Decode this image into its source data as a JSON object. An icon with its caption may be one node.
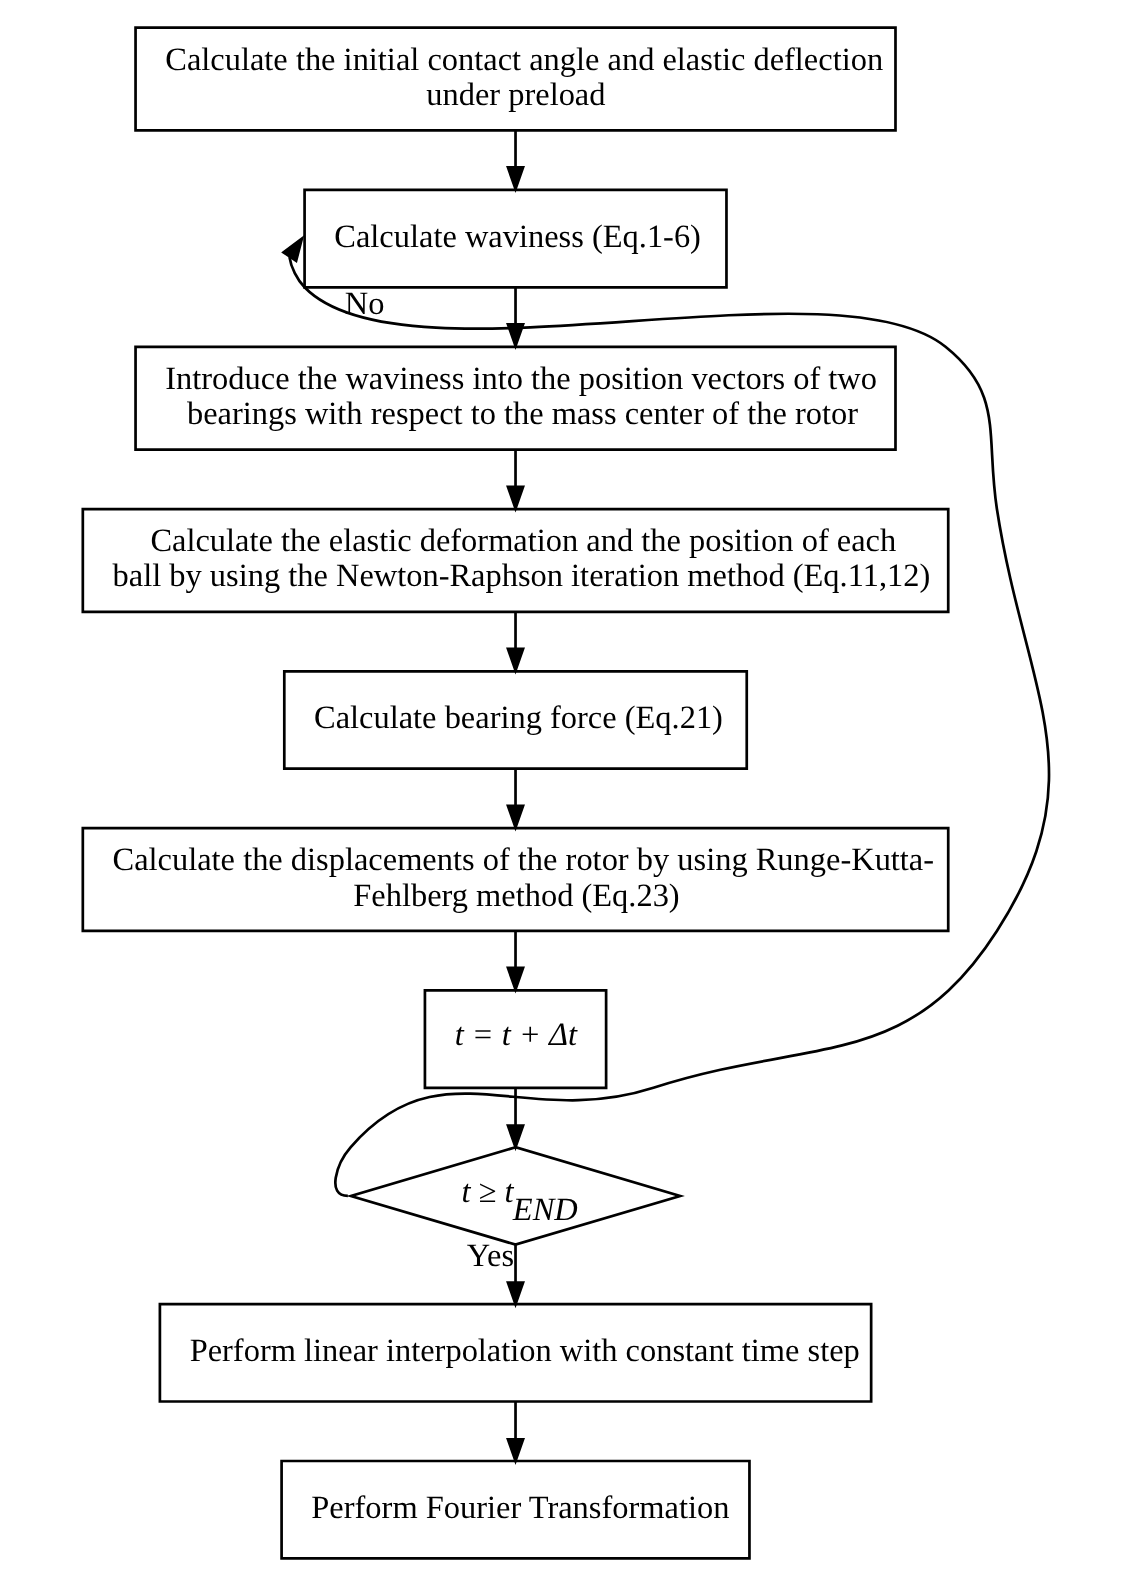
{
  "diagram": {
    "nodes": [
      {
        "text": [
          "Calculate the initial contact angle and elastic deflection under preload"
        ]
      },
      {
        "text": [
          "Calculate waviness (Eq.1-6)"
        ]
      },
      {
        "text": [
          "Introduce the waviness into the position vectors of two bearings with respect to the mass center of the rotor"
        ]
      },
      {
        "text": [
          "Calculate the elastic deformation and the position of each ball by using the Newton-Raphson iteration method (Eq.11,12)"
        ]
      },
      {
        "text": [
          "Calculate bearing force (Eq.21)"
        ]
      },
      {
        "text": [
          "Calculate the displacements of the rotor by using Runge-Kutta-Fehlberg method (Eq.23)"
        ]
      },
      {
        "text": [
          "t = t + Δt"
        ]
      },
      {
        "text": [
          "t ≥ t$_{END}$"
        ]
      },
      {
        "text": [
          "Perform linear interpolation with constant time step"
        ]
      },
      {
        "text": [
          "Perform Fourier Transformation"
        ]
      }
    ],
    "edges": [
      {
        "from": 0,
        "to": 1,
        "arrow": "to"
      },
      {
        "from": 1,
        "to": 2,
        "arrow": "to"
      },
      {
        "from": 2,
        "to": 3,
        "arrow": "to"
      },
      {
        "from": 3,
        "to": 4,
        "arrow": "to"
      },
      {
        "from": 4,
        "to": 5,
        "arrow": "to"
      },
      {
        "from": 5,
        "to": 6,
        "arrow": "to"
      },
      {
        "from": 6,
        "to": 7,
        "arrow": "to"
      },
      {
        "from": 7,
        "to": 1,
        "arrow": "to",
        "label": "No"
      },
      {
        "from": 7,
        "to": 8,
        "arrow": "to",
        "label": "Yes"
      },
      {
        "from": 8,
        "to": 9,
        "arrow": "to"
      }
    ]
  }
}
